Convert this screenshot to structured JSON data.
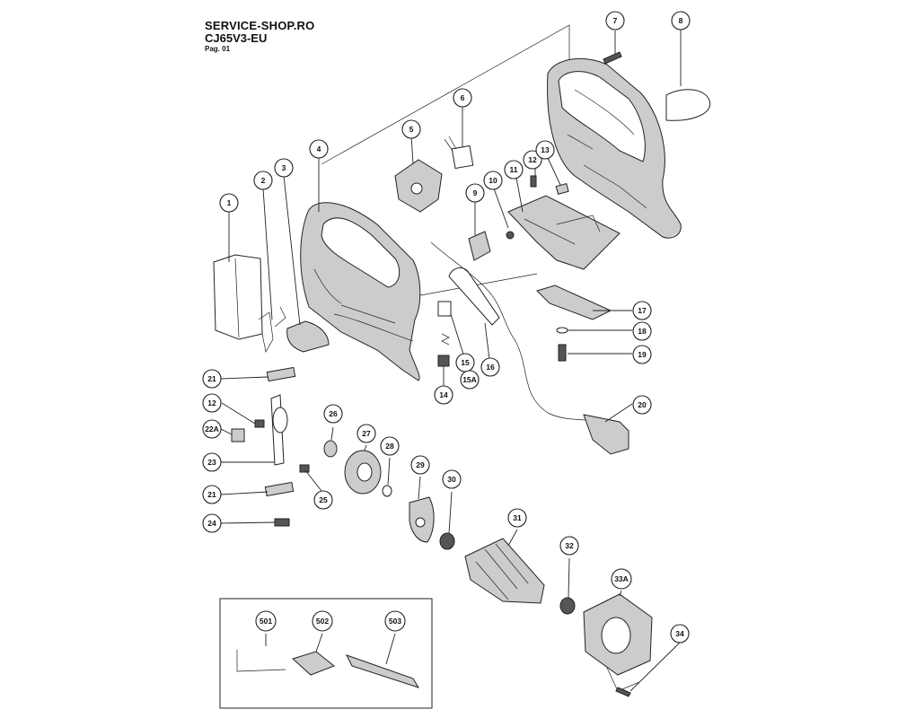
{
  "header": {
    "site": "SERVICE-SHOP.RO",
    "model": "CJ65V3-EU",
    "page": "Pag. 01"
  },
  "callouts": [
    {
      "id": "1",
      "label": "1"
    },
    {
      "id": "2",
      "label": "2"
    },
    {
      "id": "3",
      "label": "3"
    },
    {
      "id": "4",
      "label": "4"
    },
    {
      "id": "5",
      "label": "5"
    },
    {
      "id": "6",
      "label": "6"
    },
    {
      "id": "7",
      "label": "7"
    },
    {
      "id": "8",
      "label": "8"
    },
    {
      "id": "9",
      "label": "9"
    },
    {
      "id": "10",
      "label": "10"
    },
    {
      "id": "11",
      "label": "11"
    },
    {
      "id": "12a",
      "label": "12"
    },
    {
      "id": "13",
      "label": "13"
    },
    {
      "id": "14",
      "label": "14"
    },
    {
      "id": "15",
      "label": "15"
    },
    {
      "id": "15A",
      "label": "15A"
    },
    {
      "id": "16",
      "label": "16"
    },
    {
      "id": "17",
      "label": "17"
    },
    {
      "id": "18",
      "label": "18"
    },
    {
      "id": "19",
      "label": "19"
    },
    {
      "id": "20",
      "label": "20"
    },
    {
      "id": "21a",
      "label": "21"
    },
    {
      "id": "12b",
      "label": "12"
    },
    {
      "id": "22A",
      "label": "22A"
    },
    {
      "id": "23",
      "label": "23"
    },
    {
      "id": "21b",
      "label": "21"
    },
    {
      "id": "24",
      "label": "24"
    },
    {
      "id": "25",
      "label": "25"
    },
    {
      "id": "26",
      "label": "26"
    },
    {
      "id": "27",
      "label": "27"
    },
    {
      "id": "28",
      "label": "28"
    },
    {
      "id": "29",
      "label": "29"
    },
    {
      "id": "30",
      "label": "30"
    },
    {
      "id": "31",
      "label": "31"
    },
    {
      "id": "32",
      "label": "32"
    },
    {
      "id": "33A",
      "label": "33A"
    },
    {
      "id": "34",
      "label": "34"
    },
    {
      "id": "501",
      "label": "501"
    },
    {
      "id": "502",
      "label": "502"
    },
    {
      "id": "503",
      "label": "503"
    }
  ]
}
